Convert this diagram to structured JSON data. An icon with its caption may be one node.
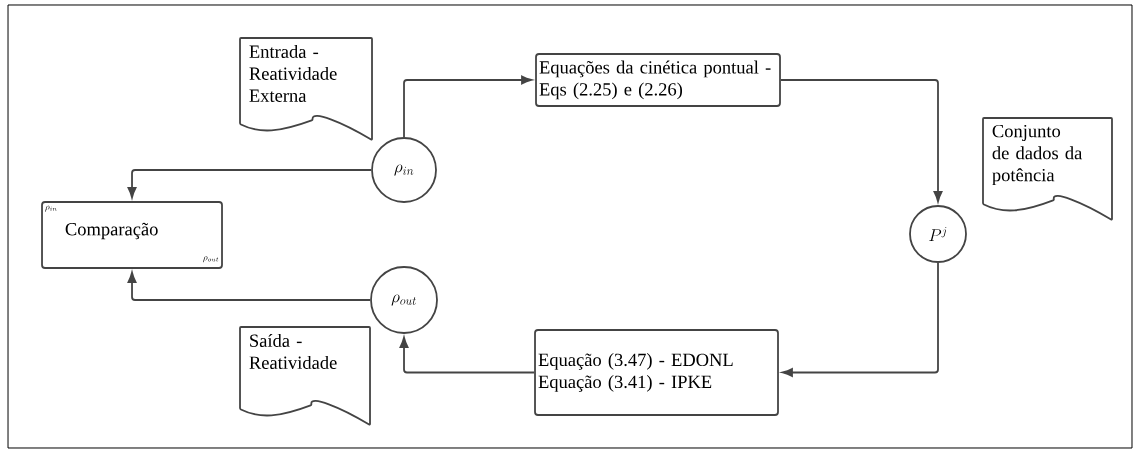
{
  "diagram": {
    "nodes": [
      {
        "text": [
          "Entrada - Reatividade Externa"
        ]
      },
      {
        "text": [
          "\\rho_{in}"
        ]
      },
      {
        "text": [
          "Equações da cinética pontual - Eqs (2.25) e (2.26)"
        ]
      },
      {
        "text": [
          "Conjunto de dados da potência"
        ]
      },
      {
        "text": [
          "P^j"
        ]
      },
      {
        "text": [
          "Equação (3.47) - EDONL",
          "Equação (3.41) - IPKE"
        ]
      },
      {
        "text": [
          "\\rho_{out}"
        ]
      },
      {
        "text": [
          "Saída - Reatividade"
        ]
      },
      {
        "text": [
          "\\rho_{in}",
          "Comparação",
          "\\rho_{out}"
        ]
      }
    ],
    "edges": [
      {
        "from": 1,
        "to": 2,
        "arrow": "to"
      },
      {
        "from": 2,
        "to": 4,
        "arrow": "to"
      },
      {
        "from": 4,
        "to": 5,
        "arrow": "to"
      },
      {
        "from": 5,
        "to": 6,
        "arrow": "to"
      },
      {
        "from": 1,
        "to": 8,
        "arrow": "to"
      },
      {
        "from": 6,
        "to": 8,
        "arrow": "to"
      }
    ]
  }
}
